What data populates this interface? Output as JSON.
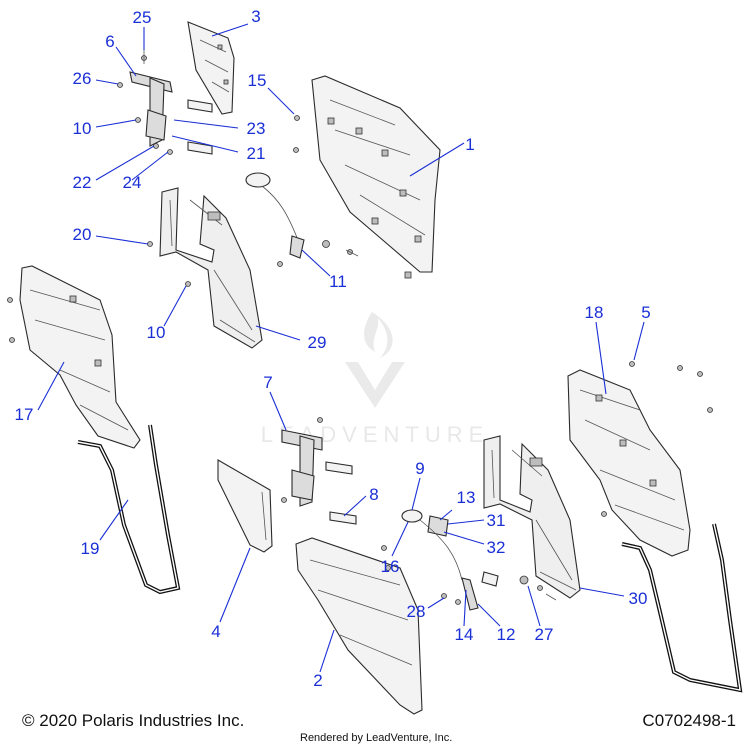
{
  "diagram": {
    "callouts": [
      {
        "label": "25"
      },
      {
        "label": "3"
      },
      {
        "label": "6"
      },
      {
        "label": "26"
      },
      {
        "label": "15"
      },
      {
        "label": "1"
      },
      {
        "label": "10"
      },
      {
        "label": "23"
      },
      {
        "label": "21"
      },
      {
        "label": "22"
      },
      {
        "label": "24"
      },
      {
        "label": "20"
      },
      {
        "label": "11"
      },
      {
        "label": "10"
      },
      {
        "label": "29"
      },
      {
        "label": "18"
      },
      {
        "label": "5"
      },
      {
        "label": "17"
      },
      {
        "label": "7"
      },
      {
        "label": "9"
      },
      {
        "label": "8"
      },
      {
        "label": "13"
      },
      {
        "label": "31"
      },
      {
        "label": "19"
      },
      {
        "label": "16"
      },
      {
        "label": "32"
      },
      {
        "label": "30"
      },
      {
        "label": "28"
      },
      {
        "label": "4"
      },
      {
        "label": "14"
      },
      {
        "label": "12"
      },
      {
        "label": "27"
      },
      {
        "label": "2"
      }
    ],
    "callout_color": "#1a2fd6"
  },
  "watermark": {
    "text": "LEADVENTURE"
  },
  "footer": {
    "copyright": "© 2020 Polaris Industries Inc.",
    "rendered_by": "Rendered by LeadVenture, Inc.",
    "figure_id": "C0702498-1"
  }
}
